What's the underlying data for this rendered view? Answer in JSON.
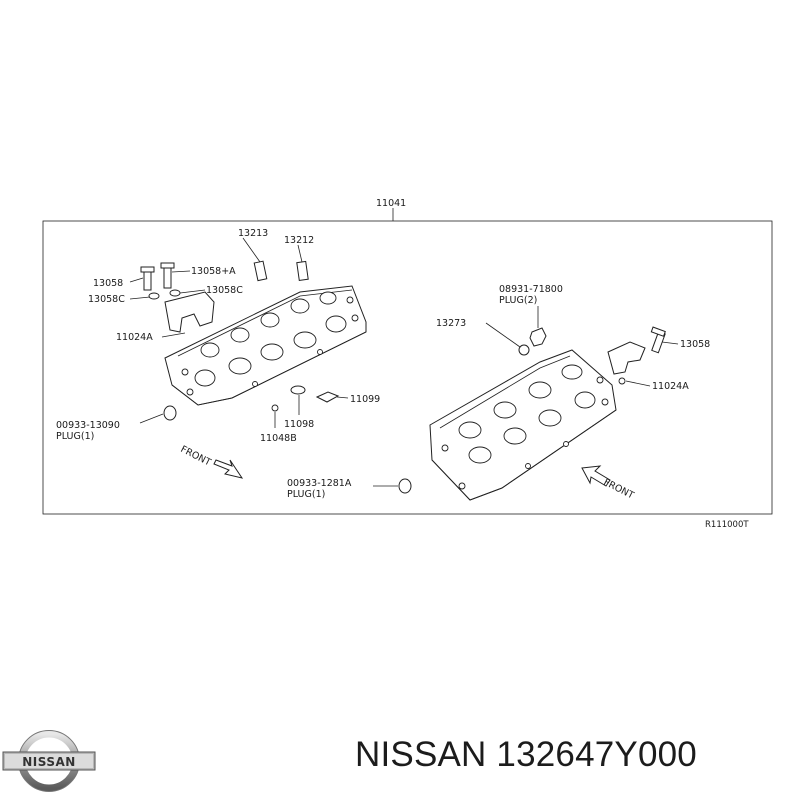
{
  "diagram": {
    "assembly_number": "11041",
    "reference_code": "R111000T",
    "labels": {
      "p13213": "13213",
      "p13212": "13212",
      "p13058_l": "13058",
      "p13058A": "13058+A",
      "p13058C_a": "13058C",
      "p13058C_b": "13058C",
      "p11024A_l": "11024A",
      "p00933_13090": "00933-13090",
      "plug1_l": "PLUG(1)",
      "p11048B": "11048B",
      "p11098": "11098",
      "p11099": "11099",
      "front_l": "FRONT",
      "p08931": "08931-71800",
      "plug2": "PLUG(2)",
      "p13273": "13273",
      "p13058_r": "13058",
      "p11024A_r": "11024A",
      "p00933_1281A": "00933-1281A",
      "plug1_r": "PLUG(1)",
      "front_r": "FRONT"
    }
  },
  "footer": {
    "brand": "NISSAN",
    "logo_text": "NISSAN",
    "part_number_line": "NISSAN 132647Y000"
  }
}
